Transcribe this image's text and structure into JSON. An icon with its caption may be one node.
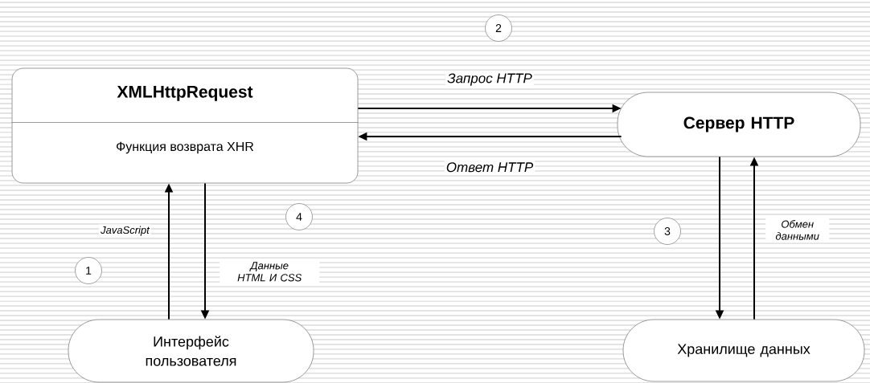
{
  "diagram": {
    "nodes": [
      {
        "text": [
          "2"
        ]
      },
      {
        "text": [
          "XMLHttpRequest",
          "Функция возврата XHR"
        ]
      },
      {
        "text": [
          "Сервер HTTP"
        ]
      },
      {
        "text": [
          "4"
        ]
      },
      {
        "text": [
          "3"
        ]
      },
      {
        "text": [
          "1"
        ]
      },
      {
        "text": [
          "Интерфейс пользователя"
        ]
      },
      {
        "text": [
          "Хранилище данных"
        ]
      }
    ],
    "edges": [
      {
        "from": 1,
        "to": 2,
        "arrow": "to",
        "label": "Запрос HTTP"
      },
      {
        "from": 2,
        "to": 1,
        "arrow": "to",
        "label": "Ответ HTTP"
      },
      {
        "from": 6,
        "to": 1,
        "arrow": "to",
        "label": "JavaScript"
      },
      {
        "from": 1,
        "to": 6,
        "arrow": "to",
        "label": "Данные HTML И CSS"
      },
      {
        "from": 2,
        "to": 7,
        "arrow": "to"
      },
      {
        "from": 7,
        "to": 2,
        "arrow": "to",
        "label": "Обмен данными"
      }
    ]
  }
}
